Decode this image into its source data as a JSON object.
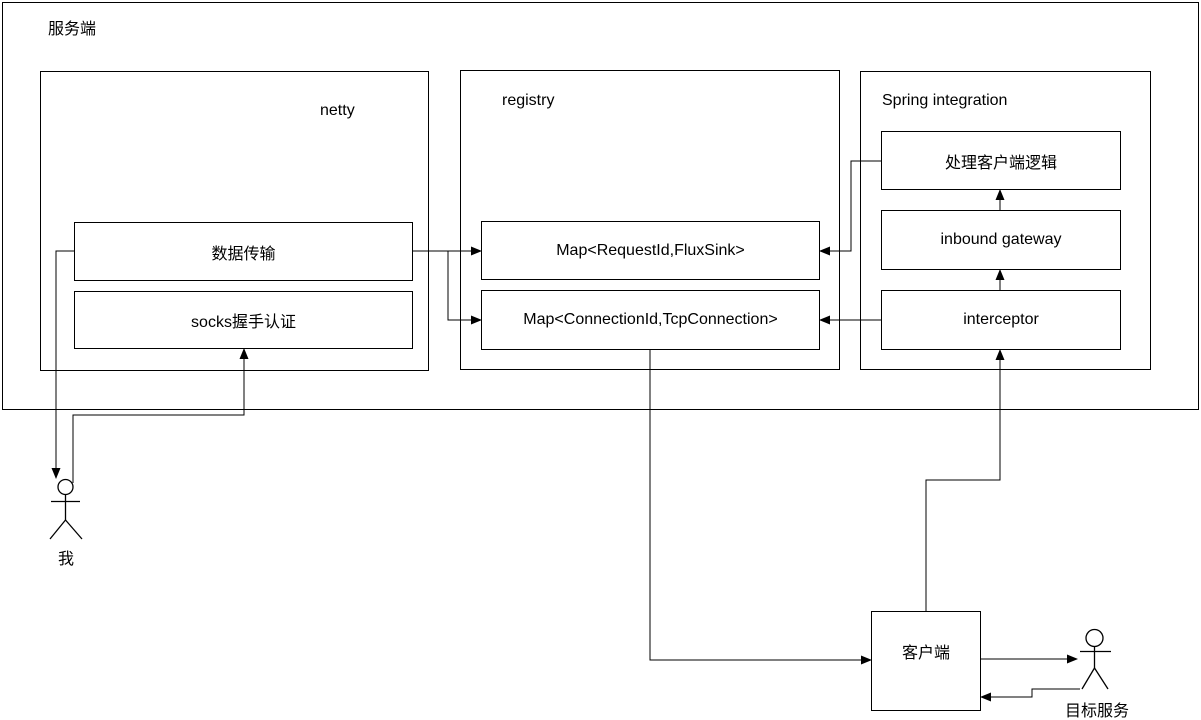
{
  "colors": {
    "background": "#ffffff",
    "line": "#000000",
    "text": "#000000"
  },
  "groups": {
    "server": {
      "label": "服务端"
    },
    "netty": {
      "label": "netty"
    },
    "registry": {
      "label": "registry"
    },
    "spring": {
      "label": "Spring integration"
    }
  },
  "nodes": {
    "data_transfer": {
      "label": "数据传输"
    },
    "socks_handshake": {
      "label": "socks握手认证"
    },
    "map_request": {
      "label": "Map<RequestId,FluxSink>"
    },
    "map_connection": {
      "label": "Map<ConnectionId,TcpConnection>"
    },
    "handle_client_logic": {
      "label": "处理客户端逻辑"
    },
    "inbound_gateway": {
      "label": "inbound gateway"
    },
    "interceptor": {
      "label": "interceptor"
    },
    "client": {
      "label": "客户端"
    }
  },
  "actors": {
    "me": {
      "label": "我"
    },
    "target_service": {
      "label": "目标服务"
    }
  },
  "edges": [
    {
      "from": "data_transfer",
      "to": "map_request"
    },
    {
      "from": "data_transfer",
      "to": "map_connection"
    },
    {
      "from": "handle_client_logic",
      "to": "map_request"
    },
    {
      "from": "interceptor",
      "to": "map_connection"
    },
    {
      "from": "interceptor",
      "to": "inbound_gateway"
    },
    {
      "from": "inbound_gateway",
      "to": "handle_client_logic"
    },
    {
      "from": "client",
      "to": "interceptor"
    },
    {
      "from": "map_connection",
      "to": "client"
    },
    {
      "from": "data_transfer",
      "to": "me"
    },
    {
      "from": "me",
      "to": "socks_handshake"
    },
    {
      "from": "client",
      "to": "target_service"
    },
    {
      "from": "target_service",
      "to": "client"
    }
  ]
}
